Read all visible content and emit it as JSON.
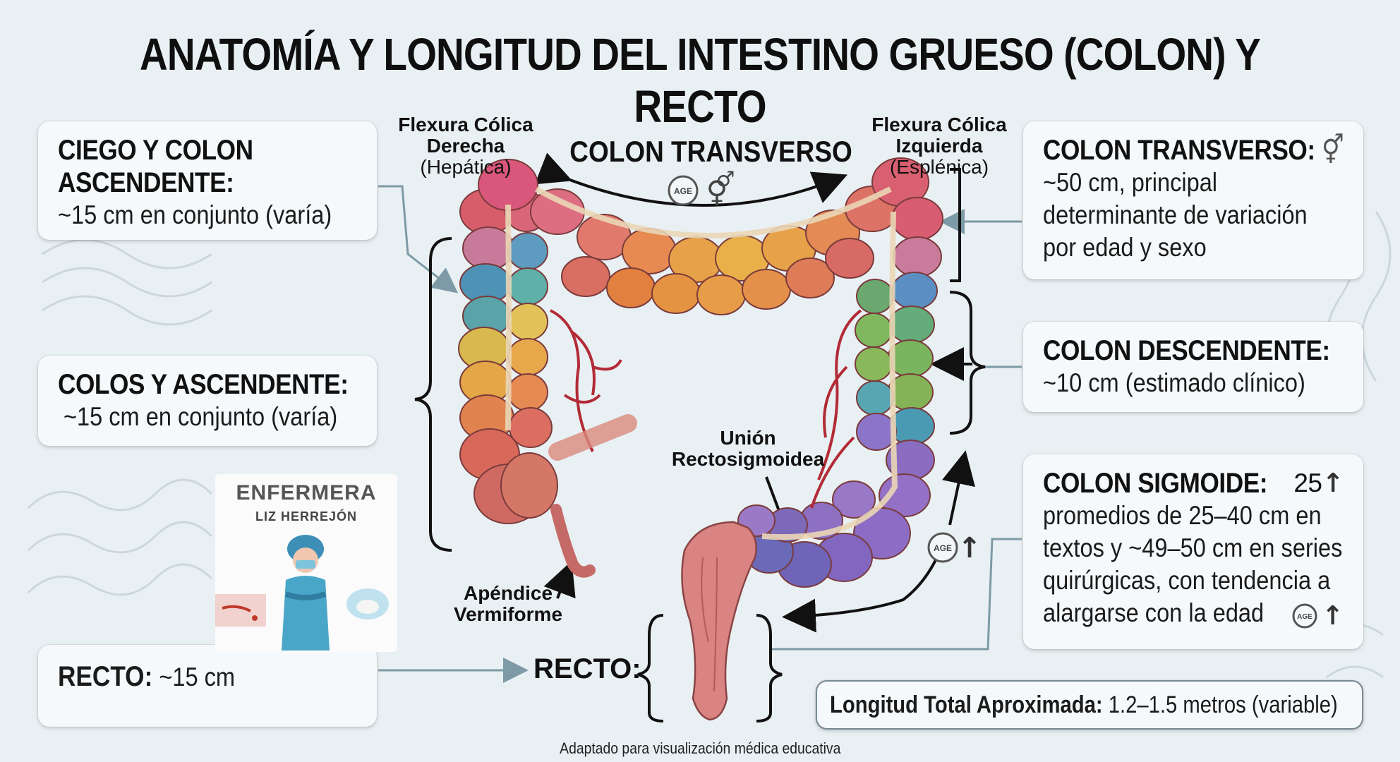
{
  "title": "ANATOMÍA Y LONGITUD DEL INTESTINO GRUESO (COLON) Y RECTO",
  "cards": {
    "ciego": {
      "head1": "CIEGO Y COLON",
      "head2": "ASCENDENTE:",
      "body": "~15 cm en conjunto (varía)"
    },
    "colos": {
      "head": "COLOS Y ASCENDENTE:",
      "body": "~15 cm en conjunto (varía)"
    },
    "recto": {
      "head": "RECTO:",
      "body": " ~15 cm"
    },
    "transverso": {
      "head": "COLON TRANSVERSO:",
      "line1": "~50 cm, principal",
      "line2": "determinante de variación",
      "line3": "por edad y sexo"
    },
    "descendente": {
      "head": "COLON DESCENDENTE:",
      "body": "~10 cm (estimado clínico)"
    },
    "sigmoide": {
      "head": "COLON SIGMOIDE:",
      "value": "25",
      "line1": "promedios de 25–40 cm en",
      "line2": "textos y ~49–50 cm en series",
      "line3": "quirúrgicas, con tendencia a",
      "line4": "alargarse con la edad"
    },
    "total": {
      "head": "Longitud Total Aproximada:",
      "body": " 1.2–1.5 metros (variable)"
    }
  },
  "labels": {
    "flexura_der": {
      "l1": "Flexura Cólica",
      "l2": "Derecha",
      "l3": "(Hepática)"
    },
    "flexura_izq": {
      "l1": "Flexura Cólica",
      "l2": "Izquierda",
      "l3": "(Esplénica)"
    },
    "colon_transverso": "COLON TRANSVERSO",
    "union": {
      "l1": "Unión",
      "l2": "Rectosigmoidea"
    },
    "apendice": {
      "l1": "Apéndice",
      "l2": "Vermiforme"
    },
    "recto": "RECTO:",
    "age": "AGE"
  },
  "badge": {
    "line1": "ENFERMERA",
    "line2": "LIZ HERREJÓN"
  },
  "footer": "Adaptado para visualización médica educativa",
  "symbols": {
    "male_female": "⚥",
    "female": "♀",
    "male": "♂",
    "arrow_up": "↑"
  }
}
